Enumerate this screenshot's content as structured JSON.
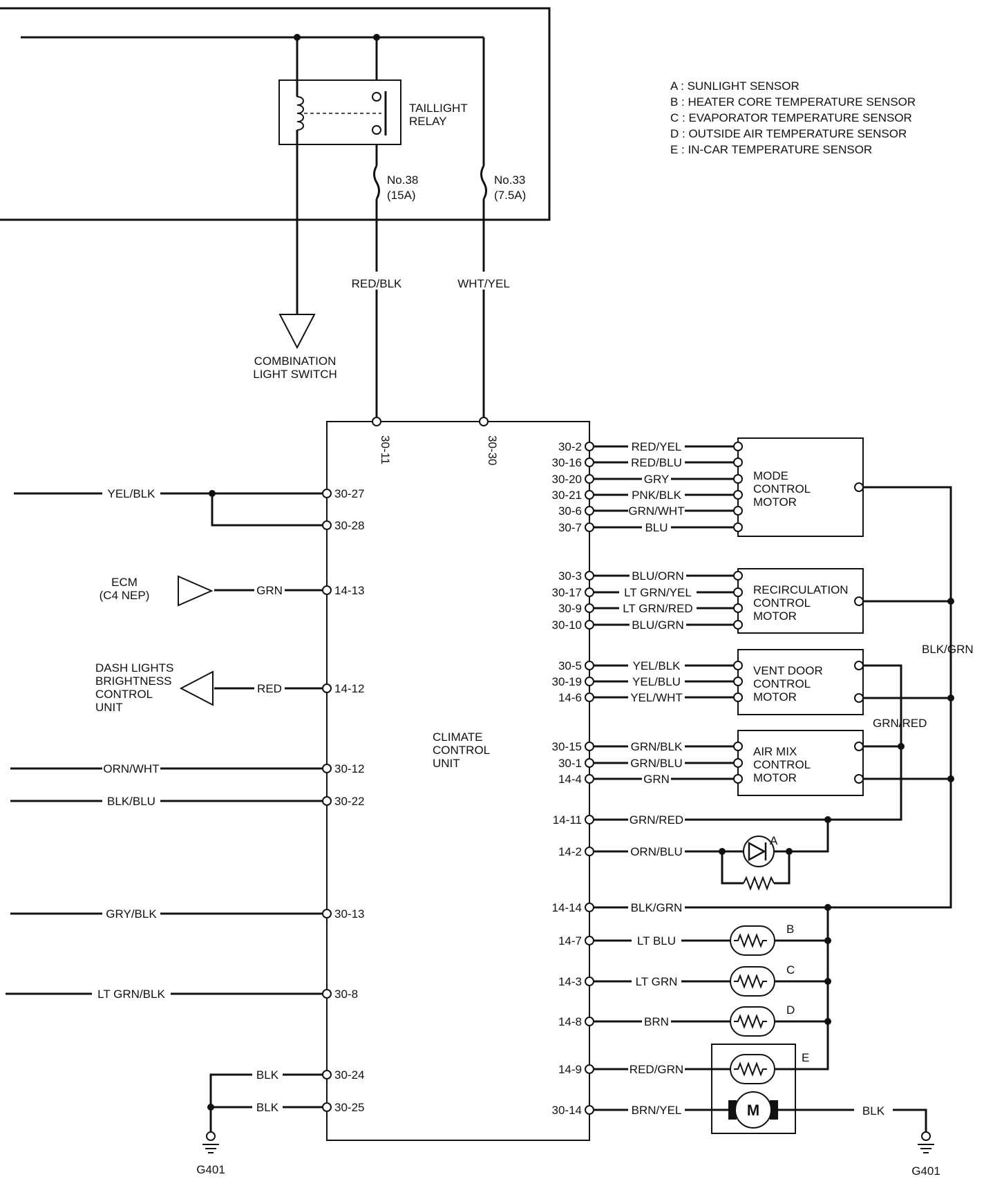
{
  "legend": [
    "A : SUNLIGHT SENSOR",
    "B : HEATER CORE TEMPERATURE SENSOR",
    "C : EVAPORATOR TEMPERATURE SENSOR",
    "D : OUTSIDE AIR TEMPERATURE SENSOR",
    "E : IN-CAR TEMPERATURE SENSOR"
  ],
  "relay": {
    "line1": "TAILLIGHT",
    "line2": "RELAY"
  },
  "fuses": [
    {
      "line1": "No.38",
      "line2": "(15A)"
    },
    {
      "line1": "No.33",
      "line2": "(7.5A)"
    }
  ],
  "top_wires": {
    "left": "RED/BLK",
    "right": "WHT/YEL"
  },
  "combination_switch": {
    "line1": "COMBINATION",
    "line2": "LIGHT SWITCH"
  },
  "ccu": {
    "line1": "CLIMATE",
    "line2": "CONTROL",
    "line3": "UNIT",
    "top_pins": [
      "30-11",
      "30-30"
    ]
  },
  "left_pins": [
    {
      "pin": "30-27",
      "wire": "YEL/BLK"
    },
    {
      "pin": "30-28",
      "wire": ""
    },
    {
      "pin": "14-13",
      "wire": "GRN"
    },
    {
      "pin": "14-12",
      "wire": "RED"
    },
    {
      "pin": "30-12",
      "wire": "ORN/WHT"
    },
    {
      "pin": "30-22",
      "wire": "BLK/BLU"
    },
    {
      "pin": "30-13",
      "wire": "GRY/BLK"
    },
    {
      "pin": "30-8",
      "wire": "LT GRN/BLK"
    },
    {
      "pin": "30-24",
      "wire": "BLK"
    },
    {
      "pin": "30-25",
      "wire": "BLK"
    }
  ],
  "ecm": {
    "line1": "ECM",
    "line2": "(C4 NEP)"
  },
  "dash": {
    "line1": "DASH LIGHTS",
    "line2": "BRIGHTNESS",
    "line3": "CONTROL",
    "line4": "UNIT"
  },
  "right_pins": [
    {
      "pin": "30-2",
      "wire": "RED/YEL"
    },
    {
      "pin": "30-16",
      "wire": "RED/BLU"
    },
    {
      "pin": "30-20",
      "wire": "GRY"
    },
    {
      "pin": "30-21",
      "wire": "PNK/BLK"
    },
    {
      "pin": "30-6",
      "wire": "GRN/WHT"
    },
    {
      "pin": "30-7",
      "wire": "BLU"
    },
    {
      "pin": "30-3",
      "wire": "BLU/ORN"
    },
    {
      "pin": "30-17",
      "wire": "LT GRN/YEL"
    },
    {
      "pin": "30-9",
      "wire": "LT GRN/RED"
    },
    {
      "pin": "30-10",
      "wire": "BLU/GRN"
    },
    {
      "pin": "30-5",
      "wire": "YEL/BLK"
    },
    {
      "pin": "30-19",
      "wire": "YEL/BLU"
    },
    {
      "pin": "14-6",
      "wire": "YEL/WHT"
    },
    {
      "pin": "30-15",
      "wire": "GRN/BLK"
    },
    {
      "pin": "30-1",
      "wire": "GRN/BLU"
    },
    {
      "pin": "14-4",
      "wire": "GRN"
    },
    {
      "pin": "14-11",
      "wire": "GRN/RED"
    },
    {
      "pin": "14-2",
      "wire": "ORN/BLU"
    },
    {
      "pin": "14-14",
      "wire": "BLK/GRN"
    },
    {
      "pin": "14-7",
      "wire": "LT BLU"
    },
    {
      "pin": "14-3",
      "wire": "LT GRN"
    },
    {
      "pin": "14-8",
      "wire": "BRN"
    },
    {
      "pin": "14-9",
      "wire": "RED/GRN"
    },
    {
      "pin": "30-14",
      "wire": "BRN/YEL"
    }
  ],
  "motors": [
    {
      "line1": "MODE",
      "line2": "CONTROL",
      "line3": "MOTOR"
    },
    {
      "line1": "RECIRCULATION",
      "line2": "CONTROL",
      "line3": "MOTOR"
    },
    {
      "line1": "VENT DOOR",
      "line2": "CONTROL",
      "line3": "MOTOR"
    },
    {
      "line1": "AIR MIX",
      "line2": "CONTROL",
      "line3": "MOTOR"
    }
  ],
  "sensor_letters": [
    "A",
    "B",
    "C",
    "D",
    "E"
  ],
  "blower_motor": "M",
  "bus_labels": {
    "blk_grn": "BLK/GRN",
    "grn_red": "GRN/RED",
    "blk": "BLK"
  },
  "grounds": [
    "G401",
    "G401"
  ]
}
